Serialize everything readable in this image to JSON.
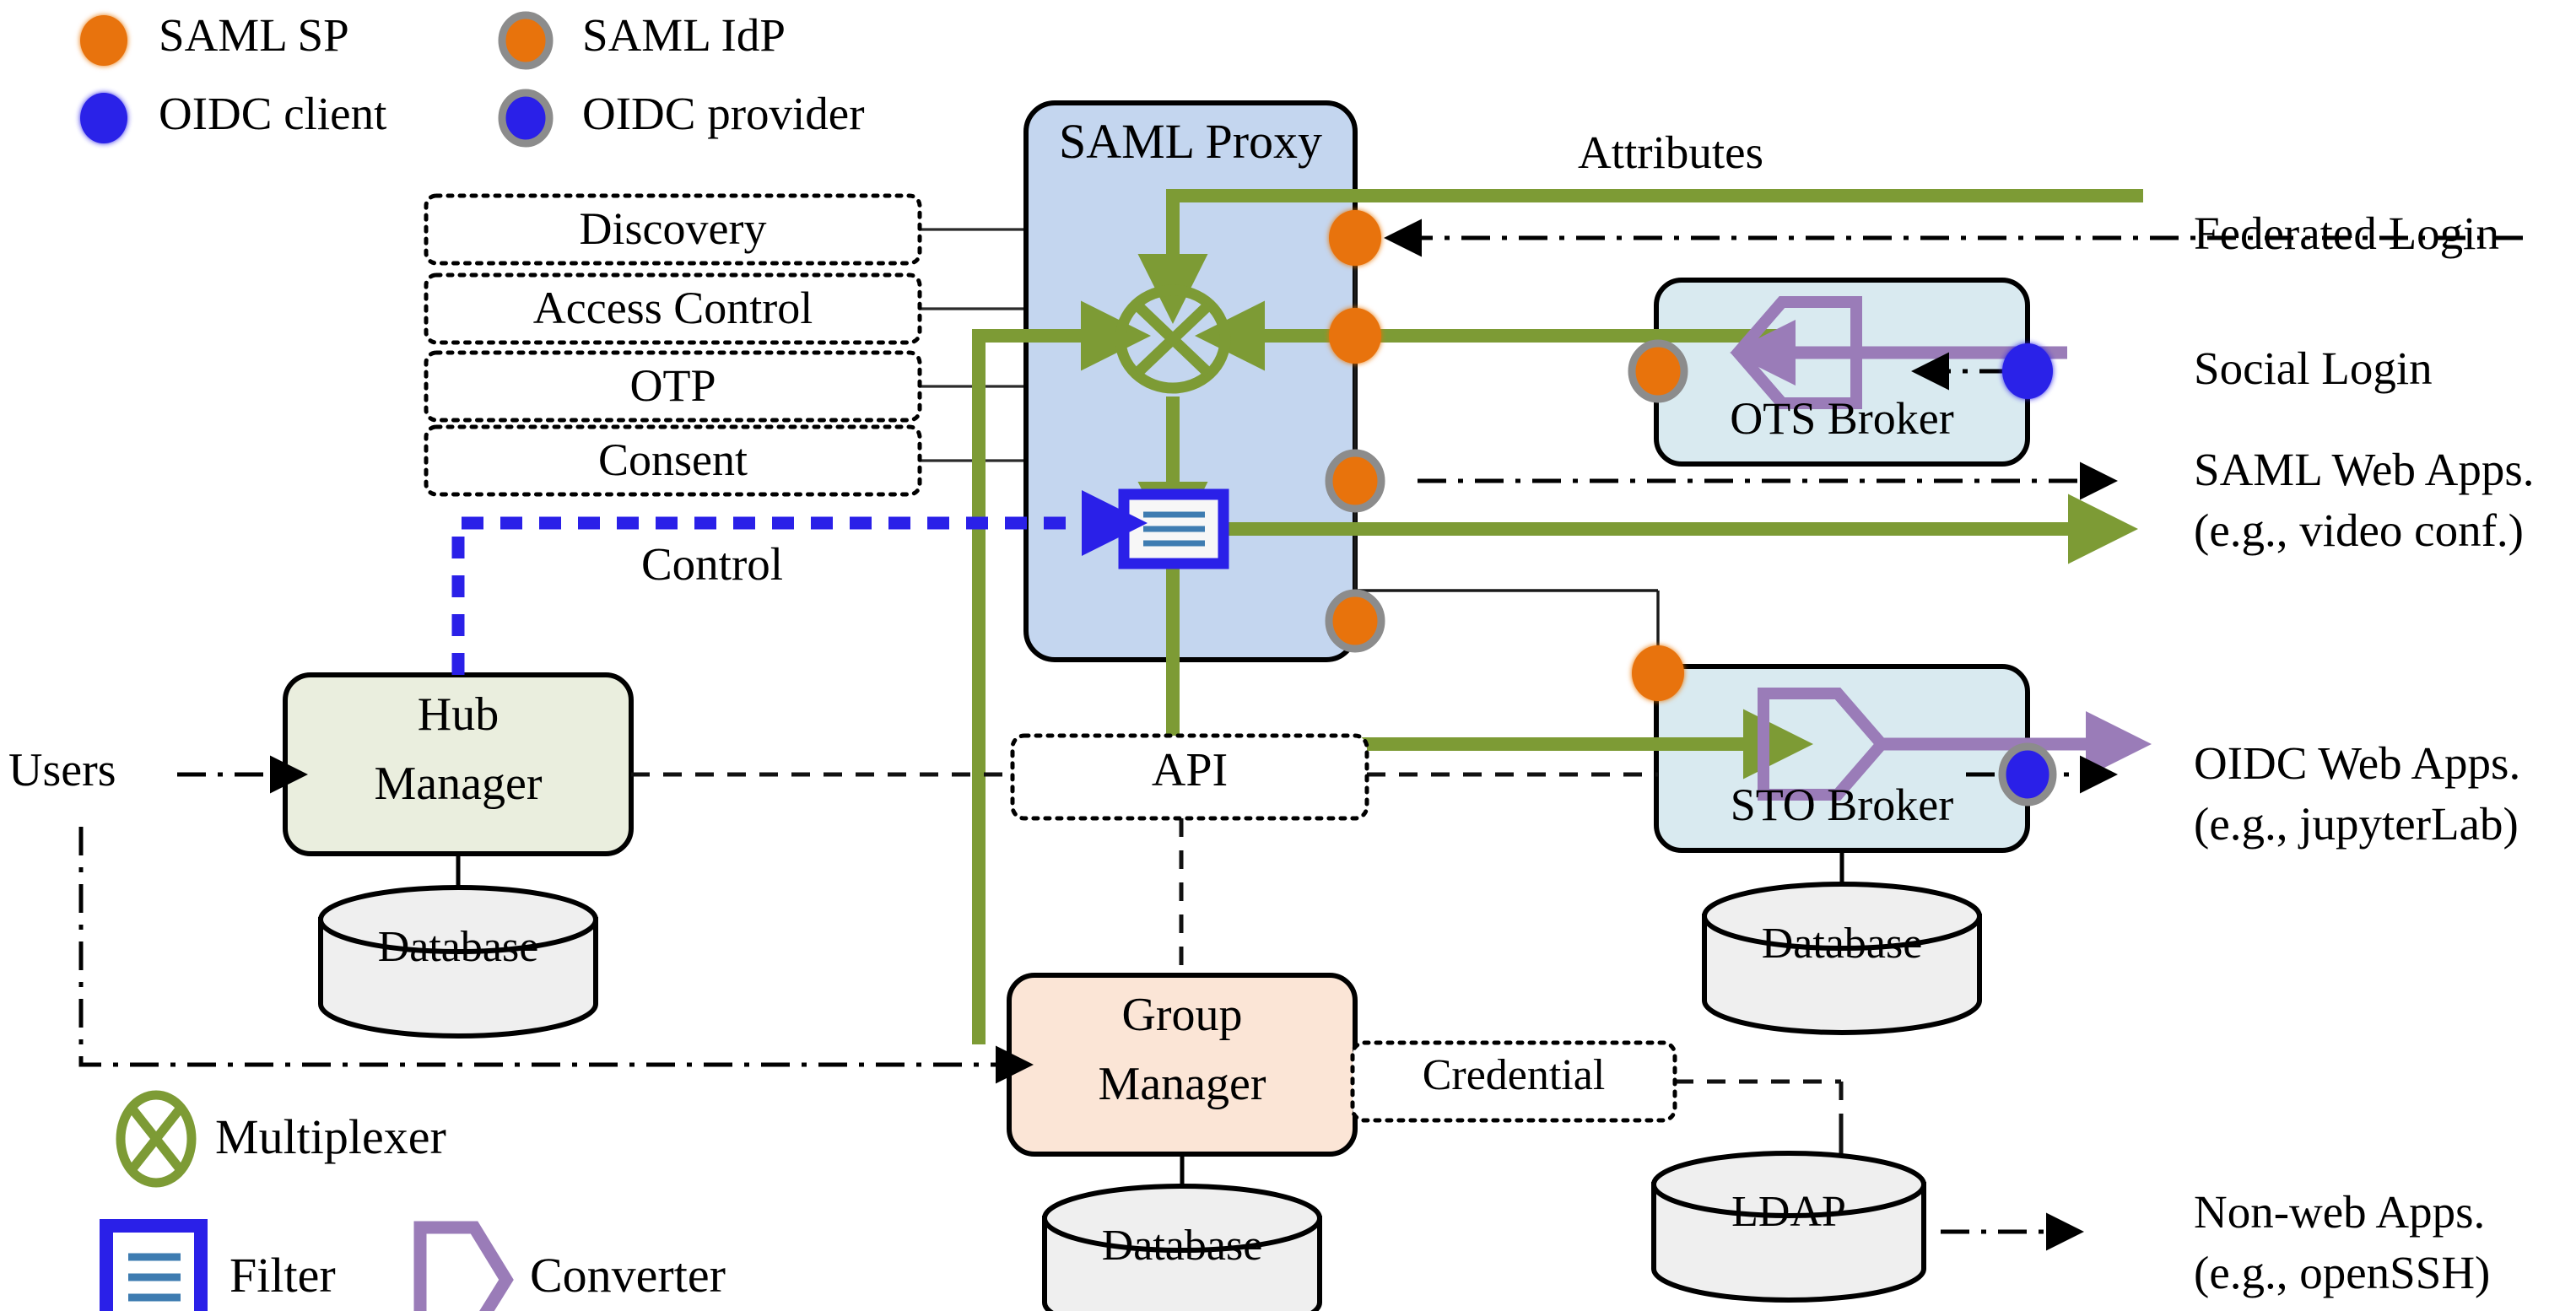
{
  "diagram": {
    "title": "SAML Proxy federated identity architecture",
    "colors": {
      "saml_sp_orange": "#E8730C",
      "saml_idp_orange": "#E8730C",
      "oidc_blue": "#2A20E8",
      "proxy_fill": "#C4D6EF",
      "broker_fill": "#D9EAF0",
      "hub_fill": "#EAEEDE",
      "group_fill": "#FBE5D6",
      "db_fill": "#EFEFEF",
      "green_flow": "#7D9B35",
      "purple_flow": "#9A7CB8",
      "filter_blue": "#2A20E8",
      "filter_line": "#3E7CB1",
      "node_stroke": "#8C8C8C",
      "black": "#000000"
    },
    "legend_top": [
      {
        "id": "saml-sp",
        "label": "SAML SP",
        "shape": "circle-fuzzy",
        "color": "#E8730C"
      },
      {
        "id": "saml-idp",
        "label": "SAML IdP",
        "shape": "circle-ring",
        "color": "#E8730C"
      },
      {
        "id": "oidc-client",
        "label": "OIDC client",
        "shape": "circle-fuzzy",
        "color": "#2A20E8"
      },
      {
        "id": "oidc-provider",
        "label": "OIDC  provider",
        "shape": "circle-ring",
        "color": "#2A20E8"
      }
    ],
    "legend_bottom": [
      {
        "id": "multiplexer",
        "label": "Multiplexer",
        "shape": "circle-x",
        "color": "#7D9B35"
      },
      {
        "id": "filter",
        "label": "Filter",
        "shape": "filter-box",
        "color": "#2A20E8"
      },
      {
        "id": "converter",
        "label": "Converter",
        "shape": "chevron",
        "color": "#9A7CB8"
      }
    ],
    "boxes": {
      "saml_proxy": {
        "label": "SAML Proxy"
      },
      "ots_broker": {
        "label": "OTS Broker"
      },
      "sto_broker": {
        "label": "STO Broker"
      },
      "hub_manager": {
        "label_line1": "Hub",
        "label_line2": "Manager"
      },
      "group_manager": {
        "label_line1": "Group",
        "label_line2": "Manager"
      }
    },
    "modules": [
      {
        "id": "discovery",
        "label": "Discovery"
      },
      {
        "id": "access-control",
        "label": "Access Control"
      },
      {
        "id": "otp",
        "label": "OTP"
      },
      {
        "id": "consent",
        "label": "Consent"
      }
    ],
    "dotted_labels": [
      {
        "id": "api",
        "label": "API"
      },
      {
        "id": "credential",
        "label": "Credential"
      }
    ],
    "databases": [
      {
        "id": "hub-db",
        "label": "Database"
      },
      {
        "id": "group-db",
        "label": "Database"
      },
      {
        "id": "sto-db",
        "label": "Database"
      },
      {
        "id": "ldap",
        "label": "LDAP"
      }
    ],
    "flow_labels": [
      {
        "id": "attributes",
        "label": "Attributes"
      },
      {
        "id": "control",
        "label": "Control"
      }
    ],
    "actors": [
      {
        "id": "users",
        "label": "Users"
      }
    ],
    "endpoints": [
      {
        "id": "federated-login",
        "line1": "Federated Login",
        "line2": ""
      },
      {
        "id": "social-login",
        "line1": "Social Login",
        "line2": ""
      },
      {
        "id": "saml-web-apps",
        "line1": "SAML Web Apps.",
        "line2": "(e.g., video conf.)"
      },
      {
        "id": "oidc-web-apps",
        "line1": "OIDC Web Apps.",
        "line2": "(e.g., jupyterLab)"
      },
      {
        "id": "non-web-apps",
        "line1": "Non-web Apps.",
        "line2": "(e.g., openSSH)"
      }
    ]
  }
}
